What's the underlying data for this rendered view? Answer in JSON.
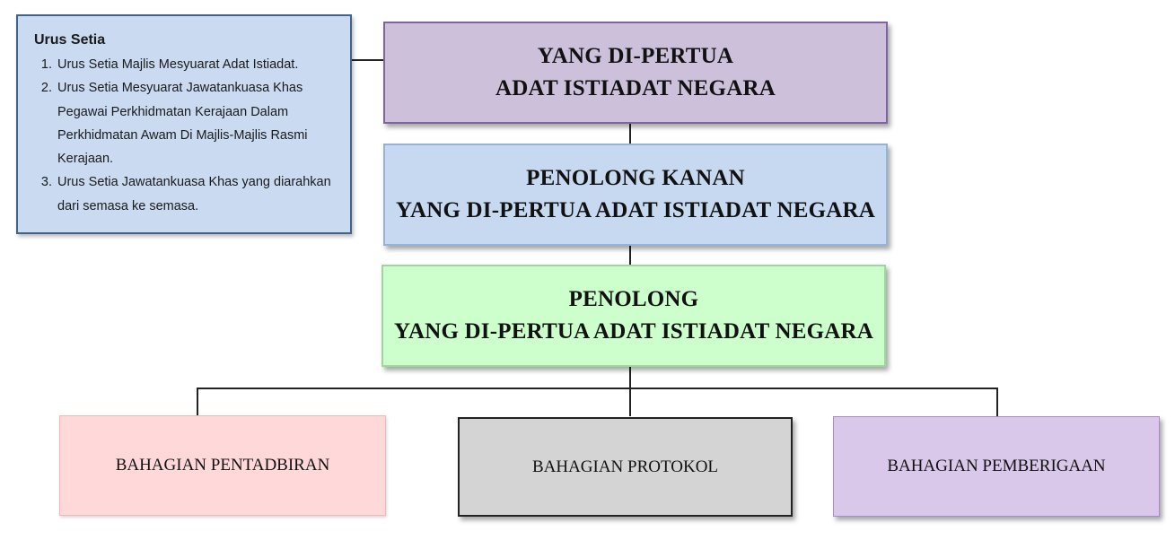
{
  "secretariat": {
    "heading": "Urus Setia",
    "items": [
      "Urus Setia Majlis Mesyuarat Adat Istiadat.",
      "Urus Setia Mesyuarat Jawatankuasa Khas Pegawai Perkhidmatan Kerajaan Dalam Perkhidmatan Awam Di Majlis-Majlis Rasmi Kerajaan.",
      "Urus Setia Jawatankuasa Khas yang diarahkan dari semasa ke semasa."
    ]
  },
  "top": {
    "line1": "YANG DI-PERTUA",
    "line2": "ADAT ISTIADAT NEGARA",
    "color": "#ccc0da"
  },
  "deputy": {
    "line1": "PENOLONG KANAN",
    "line2": "YANG DI-PERTUA ADAT ISTIADAT NEGARA",
    "color": "#c6d9f1"
  },
  "assistant": {
    "line1": "PENOLONG",
    "line2": "YANG DI-PERTUA ADAT ISTIADAT NEGARA",
    "color": "#ccffcc"
  },
  "divisions": [
    {
      "label": "BAHAGIAN PENTADBIRAN",
      "color": "#ffd9d9"
    },
    {
      "label": "BAHAGIAN PROTOKOL",
      "color": "#d4d4d4"
    },
    {
      "label": "BAHAGIAN PEMBERIGAAN",
      "color": "#d9c8ea"
    }
  ]
}
